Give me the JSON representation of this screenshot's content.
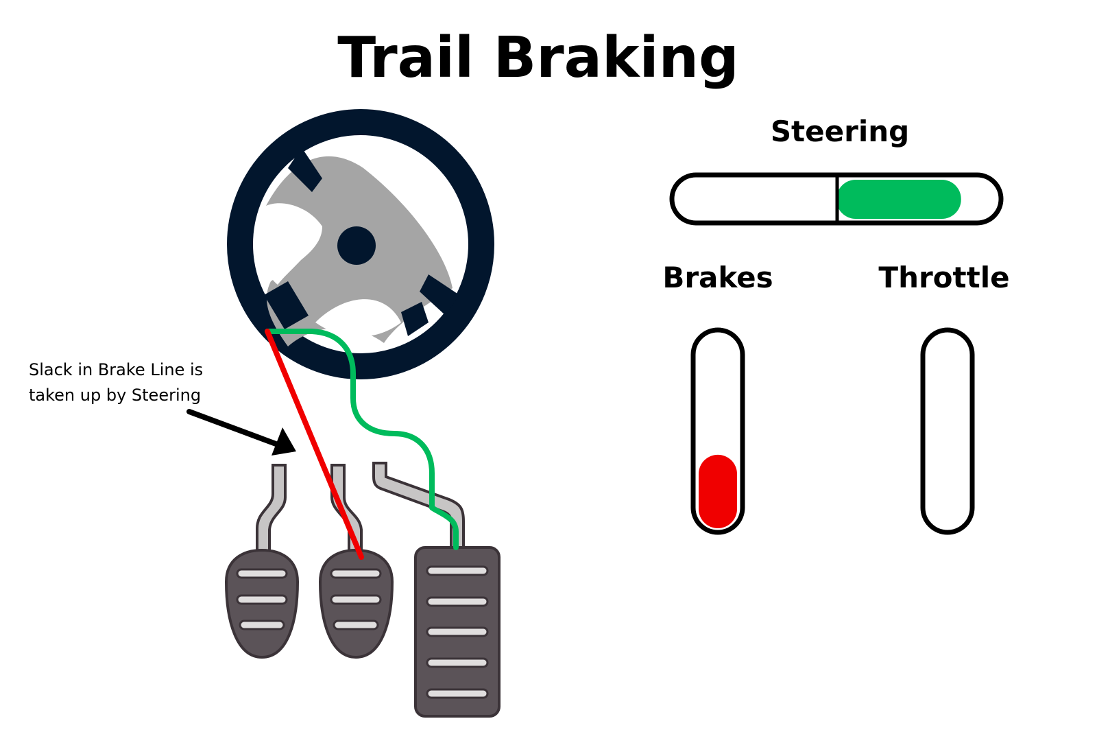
{
  "title": "Trail Braking",
  "annotation": {
    "line1": "Slack in Brake Line is",
    "line2": "taken up by Steering"
  },
  "gauges": {
    "steering": {
      "label": "Steering",
      "fill_from": 0.5,
      "fill_to": 0.89
    },
    "brakes": {
      "label": "Brakes",
      "level": 0.38
    },
    "throttle": {
      "label": "Throttle",
      "level": 0
    }
  },
  "colors": {
    "steering_line": "#00bb5c",
    "brake_line": "#f00000",
    "wheel_rim": "#02162d",
    "wheel_spokes": "#a5a5a5",
    "pedal_pad": "#5b5358",
    "pedal_arm": "#c7c5c5",
    "gauge_outline": "#000000"
  },
  "icons": [
    "steering-wheel-icon",
    "clutch-pedal-icon",
    "brake-pedal-icon",
    "throttle-pedal-icon",
    "arrow-icon"
  ]
}
